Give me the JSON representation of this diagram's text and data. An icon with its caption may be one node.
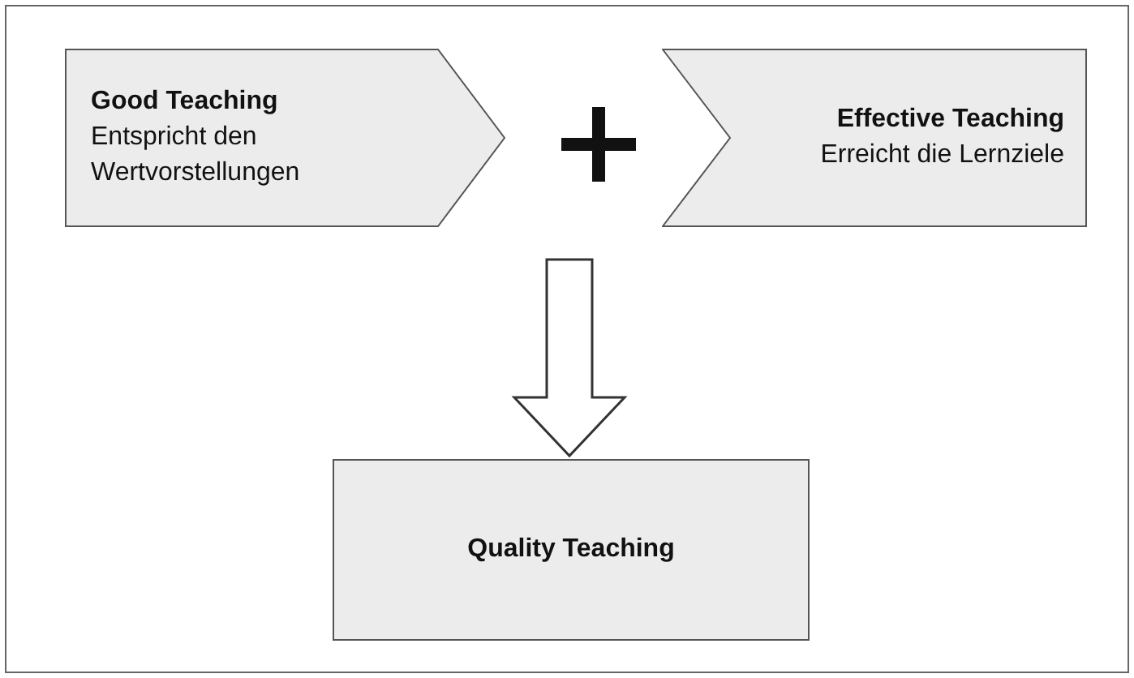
{
  "diagram": {
    "nodes": [
      {
        "text": [
          "Good Teaching",
          "Entspricht den Wertvorstellungen"
        ]
      },
      {
        "text": [
          "Effective Teaching",
          "Erreicht die Lernziele"
        ]
      },
      {
        "text": [
          "Quality Teaching"
        ]
      }
    ],
    "edges": [
      {
        "from": null,
        "to": 2,
        "arrow": "to"
      }
    ]
  }
}
